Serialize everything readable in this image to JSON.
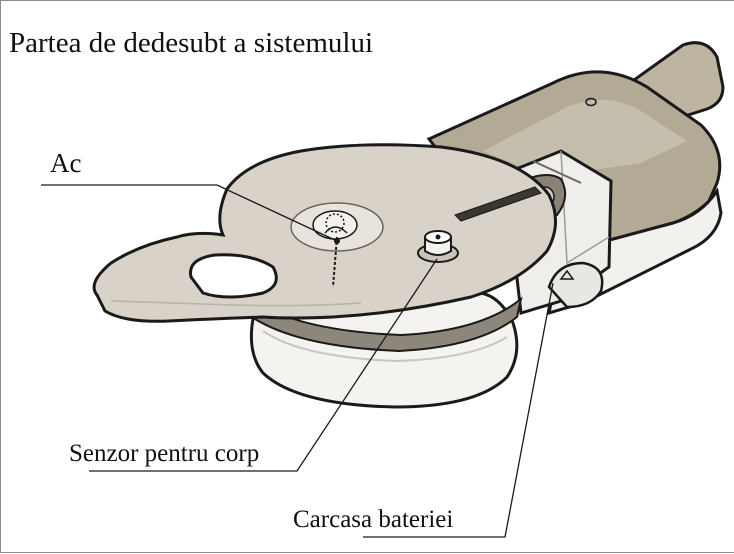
{
  "title": "Partea de dedesubt a sistemului",
  "labels": {
    "needle": "Ac",
    "body_sensor": "Senzor pentru corp",
    "battery_housing": "Carcasa bateriei"
  },
  "colors": {
    "plate": "#d9d2c8",
    "housing_dark": "#b3aa96",
    "housing_light": "#f2f1ee",
    "outline": "#1a1a1a",
    "background": "#ffffff"
  }
}
